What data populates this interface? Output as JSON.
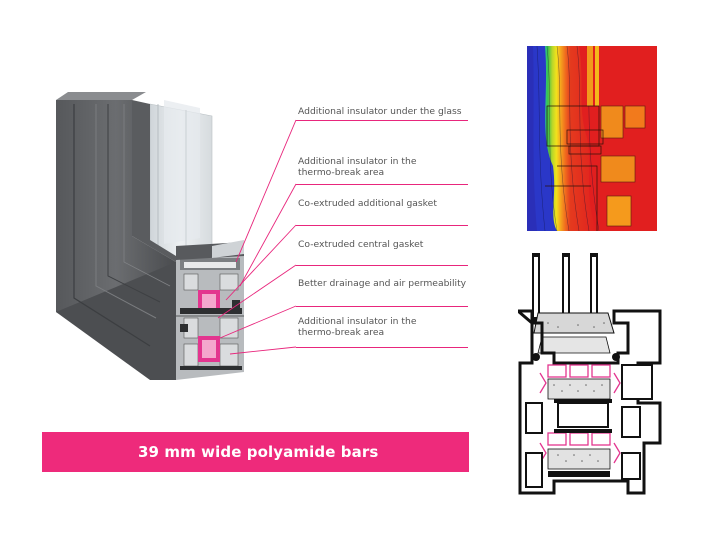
{
  "annotations": [
    {
      "lines": [
        "Additional insulator under the glass"
      ]
    },
    {
      "lines": [
        "Additional insulator in the",
        "thermo-break area"
      ]
    },
    {
      "lines": [
        "Co-extruded additional gasket"
      ]
    },
    {
      "lines": [
        "Co-extruded central gasket"
      ]
    },
    {
      "lines": [
        "Better drainage and air permeability"
      ]
    },
    {
      "lines": [
        "Additional insulator in the",
        "thermo-break area"
      ]
    }
  ],
  "banner": {
    "text": "39 mm wide polyamide bars"
  },
  "colors": {
    "accent": "#e8267c",
    "banner": "#ee2a7b",
    "frame_dark": "#4a4c4f",
    "frame_light": "#6a6c6f",
    "insulator": "#e3358f",
    "section_black": "#111111",
    "glass": "#dfe4e7",
    "thermal_cold": "#2a37c8",
    "thermal_hot": "#e41f1f"
  },
  "icons": [
    "window-profile-render",
    "thermal-simulation-image",
    "cross-section-drawing"
  ]
}
